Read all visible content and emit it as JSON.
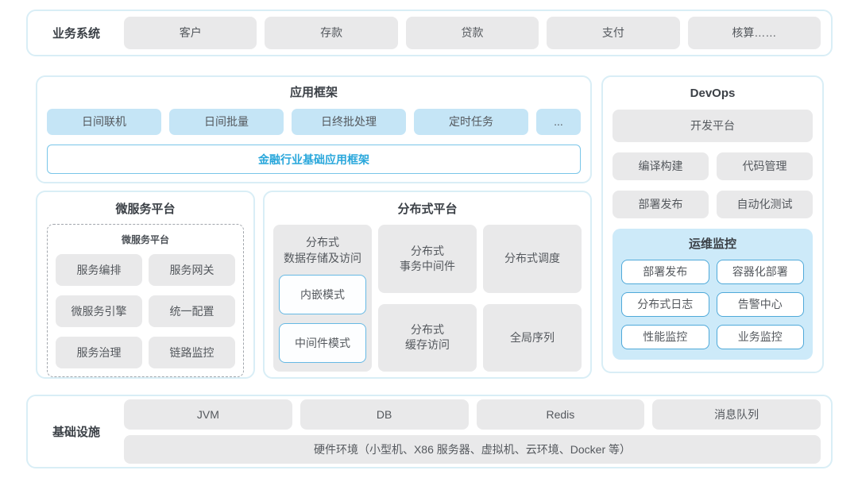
{
  "colors": {
    "container_border": "#d9eef6",
    "gray_box": "#e9e9ea",
    "blue_box": "#c5e5f6",
    "monitor_bg": "#cdeaf9",
    "outline_blue": "#4fa9d9",
    "accent_text": "#29a7db"
  },
  "business_systems": {
    "label": "业务系统",
    "items": [
      "客户",
      "存款",
      "贷款",
      "支付",
      "核算……"
    ]
  },
  "app_framework": {
    "title": "应用框架",
    "items": [
      "日间联机",
      "日间批量",
      "日终批处理",
      "定时任务",
      "..."
    ],
    "base_framework": "金融行业基础应用框架"
  },
  "microservice": {
    "title": "微服务平台",
    "inner_label": "微服务平台",
    "items": [
      "服务编排",
      "服务网关",
      "微服务引擎",
      "统一配置",
      "服务治理",
      "链路监控"
    ]
  },
  "distributed": {
    "title": "分布式平台",
    "storage": {
      "label": "分布式\n数据存储及访问",
      "modes": [
        "内嵌模式",
        "中间件模式"
      ]
    },
    "middle_column": [
      "分布式\n事务中间件",
      "分布式\n缓存访问"
    ],
    "right_column": [
      "分布式调度",
      "全局序列"
    ]
  },
  "devops": {
    "title": "DevOps",
    "platform": "开发平台",
    "items": [
      "编译构建",
      "代码管理",
      "部署发布",
      "自动化测试"
    ],
    "monitor": {
      "title": "运维监控",
      "items": [
        "部署发布",
        "容器化部署",
        "分布式日志",
        "告警中心",
        "性能监控",
        "业务监控"
      ]
    }
  },
  "infrastructure": {
    "label": "基础设施",
    "items": [
      "JVM",
      "DB",
      "Redis",
      "消息队列"
    ],
    "hardware": "硬件环境（小型机、X86 服务器、虚拟机、云环境、Docker 等）"
  }
}
